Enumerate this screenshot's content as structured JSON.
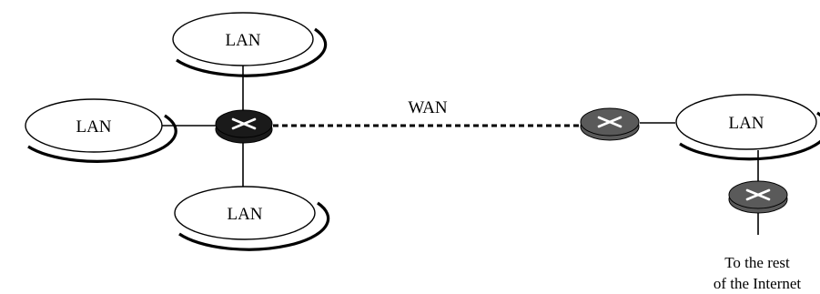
{
  "diagram": {
    "lans": [
      {
        "id": "lan-top",
        "label": "LAN"
      },
      {
        "id": "lan-left",
        "label": "LAN"
      },
      {
        "id": "lan-bottom",
        "label": "LAN"
      },
      {
        "id": "lan-right",
        "label": "LAN"
      }
    ],
    "wan_label": "WAN",
    "internet_label_line1": "To the rest",
    "internet_label_line2": "of the Internet",
    "routers": [
      {
        "id": "router-central",
        "style": "dark"
      },
      {
        "id": "router-remote",
        "style": "grey"
      },
      {
        "id": "router-internet",
        "style": "grey"
      }
    ],
    "colors": {
      "line": "#000000",
      "router_dark": "#1a1a1a",
      "router_grey": "#5a5a5a",
      "router_mark": "#ffffff"
    }
  }
}
